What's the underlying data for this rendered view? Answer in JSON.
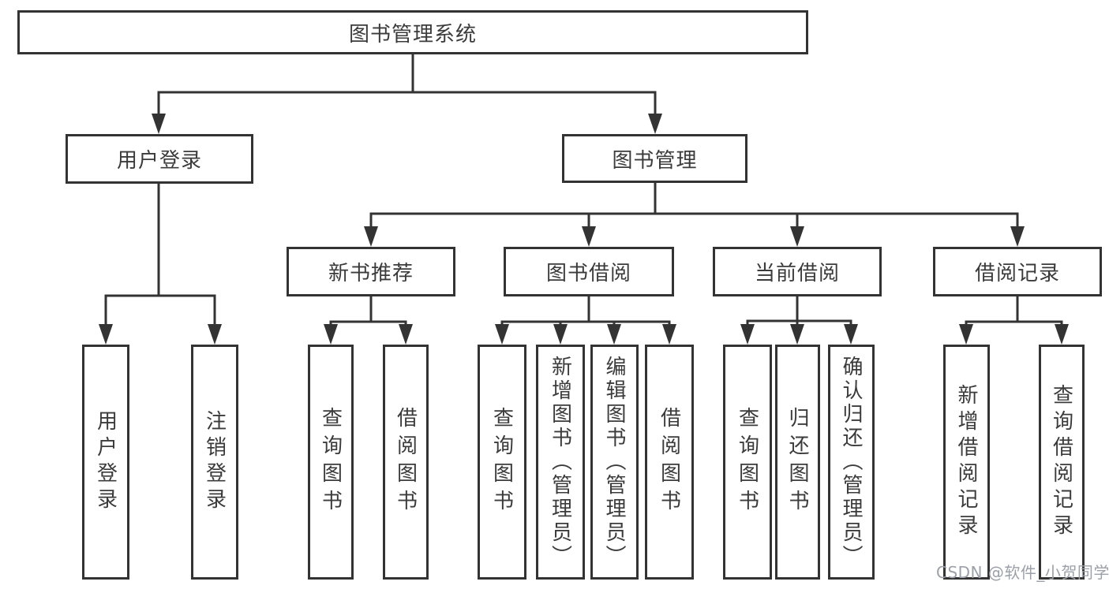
{
  "diagram": {
    "root": {
      "label": "图书管理系统"
    },
    "level2": [
      {
        "label": "用户登录"
      },
      {
        "label": "图书管理"
      }
    ],
    "level3": [
      {
        "label": "新书推荐"
      },
      {
        "label": "图书借阅"
      },
      {
        "label": "当前借阅"
      },
      {
        "label": "借阅记录"
      }
    ],
    "leaves": {
      "user_login": [
        "用户登录",
        "注销登录"
      ],
      "new_book_recommend": [
        "查询图书",
        "借阅图书"
      ],
      "book_borrow": [
        "查询图书",
        "新增图书（管理员）",
        "编辑图书（管理员）",
        "借阅图书"
      ],
      "current_borrow": [
        "查询图书",
        "归还图书",
        "确认归还（管理员）"
      ],
      "borrow_records": [
        "新增借阅记录",
        "查询借阅记录"
      ]
    },
    "colors": {
      "line": "#333333",
      "text": "#3b3b3b",
      "watermark": "#9ba0a9",
      "background": "#ffffff"
    }
  },
  "watermark": {
    "text": "CSDN @软件_小贺同学"
  }
}
